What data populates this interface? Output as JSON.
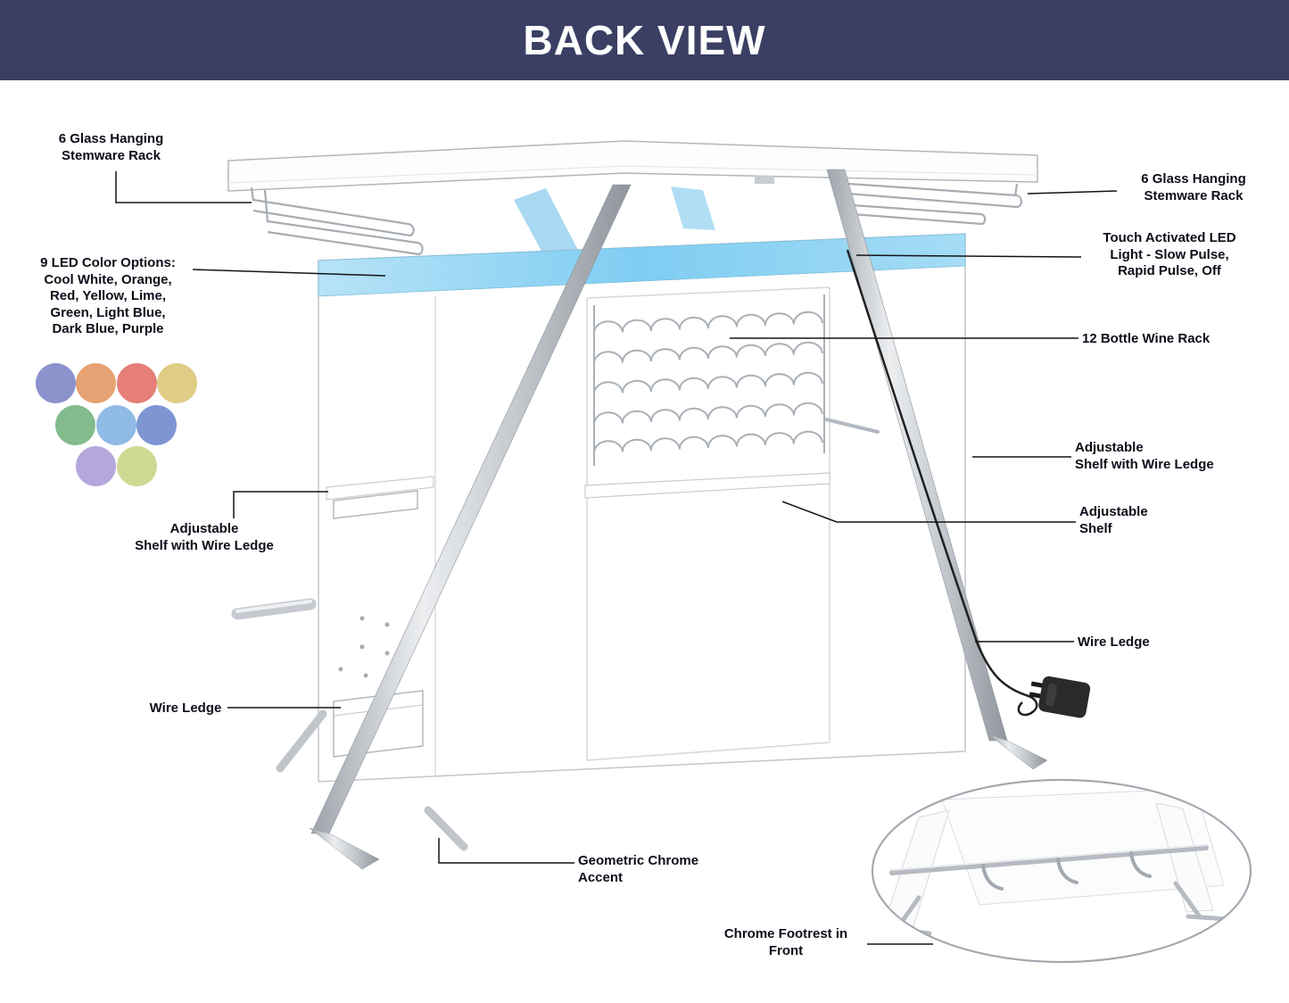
{
  "header": {
    "title": "BACK VIEW"
  },
  "diagram": {
    "labels": {
      "stemware_left": "6 Glass  Hanging\nStemware Rack",
      "led_options": "9 LED Color Options:\nCool White, Orange,\nRed, Yellow, Lime,\nGreen, Light Blue,\nDark Blue, Purple",
      "adjustable_shelf_wire_left": "Adjustable\nShelf with  Wire Ledge",
      "wire_ledge_left": "Wire Ledge",
      "geometric_chrome_accent": "Geometric Chrome\nAccent",
      "chrome_footrest": "Chrome Footrest in\nFront",
      "stemware_right": "6 Glass  Hanging\nStemware Rack",
      "touch_led": "Touch Activated LED\nLight - Slow Pulse,\nRapid Pulse, Off",
      "wine_rack": "12 Bottle Wine Rack",
      "adjustable_shelf_wire_right": "Adjustable\nShelf with  Wire Ledge",
      "adjustable_shelf": "Adjustable\nShelf",
      "wire_ledge_right": "Wire Ledge"
    },
    "led_swatches": [
      {
        "name": "cool-white",
        "hex": "#8B92CC"
      },
      {
        "name": "orange",
        "hex": "#E6A272"
      },
      {
        "name": "red",
        "hex": "#E57F78"
      },
      {
        "name": "yellow",
        "hex": "#E0CC85"
      },
      {
        "name": "green",
        "hex": "#83BB8D"
      },
      {
        "name": "light-blue",
        "hex": "#8FBBE6"
      },
      {
        "name": "dark-blue",
        "hex": "#7E95D3"
      },
      {
        "name": "purple",
        "hex": "#B5A6DC"
      },
      {
        "name": "lime",
        "hex": "#CFD993"
      }
    ],
    "colors": {
      "header_bg": "#3A3F63",
      "led_strip": "#7FCDF2",
      "label_text": "#0D0D1A"
    }
  }
}
